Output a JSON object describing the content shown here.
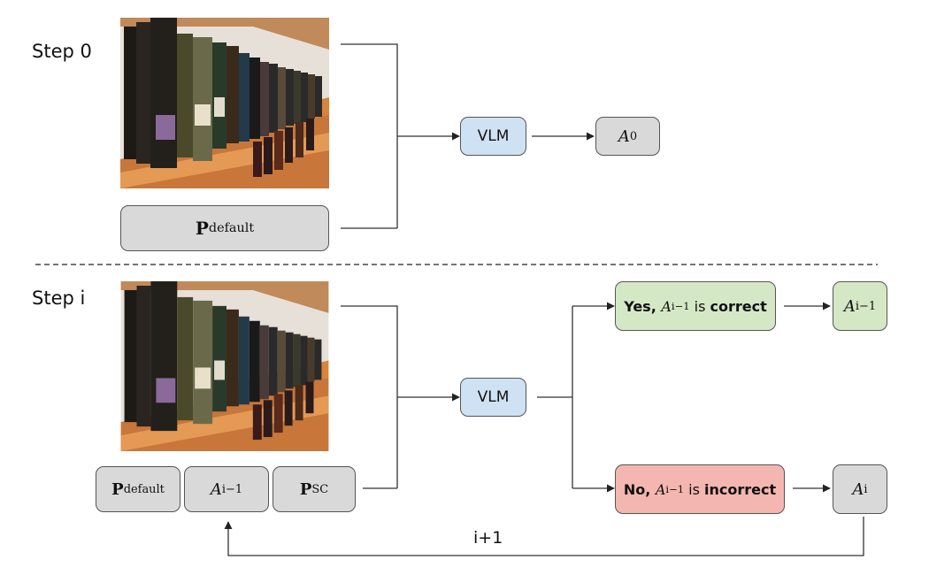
{
  "step0": {
    "label": "Step 0",
    "prompt": {
      "main": "P",
      "sub": "default"
    },
    "vlm": "VLM",
    "answer": {
      "main": "A",
      "sub": "0"
    }
  },
  "stepi": {
    "label": "Step i",
    "prompt_default": {
      "main": "P",
      "sub": "default"
    },
    "prev_answer": {
      "main": "A",
      "sub": "i−1"
    },
    "prompt_sc": {
      "main": "P",
      "sub": "SC"
    },
    "vlm": "VLM",
    "yes_branch": {
      "prefix": "Yes, ",
      "var": "A",
      "var_sub": "i−1",
      "mid": " is ",
      "suffix": "correct",
      "result": {
        "main": "A",
        "sub": "i−1"
      }
    },
    "no_branch": {
      "prefix": "No, ",
      "var": "A",
      "var_sub": "i−1",
      "mid": " is ",
      "suffix": "incorrect",
      "result": {
        "main": "A",
        "sub": "i"
      }
    },
    "loop_label": "i+1"
  },
  "colors": {
    "gray_box": "#d9d9d9",
    "vlm_box": "#cfe2f3",
    "yes_box": "#d5e8c5",
    "no_box": "#f4b6b0"
  }
}
